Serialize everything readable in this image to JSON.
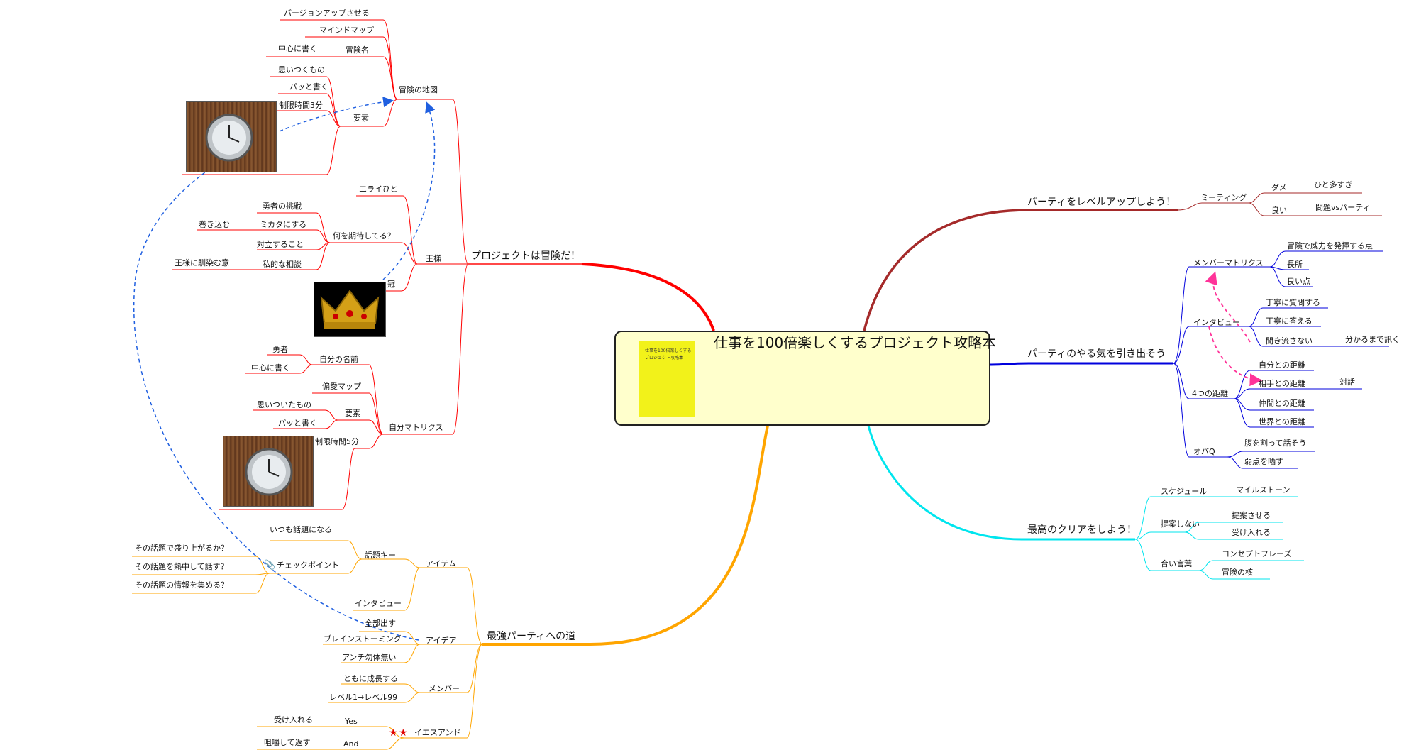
{
  "central": {
    "title": "仕事を100倍楽しくするプロジェクト攻略本",
    "book_cover_line1": "仕事を100倍楽しくする",
    "book_cover_line2": "プロジェクト攻略本"
  },
  "branches": {
    "project": {
      "label": "プロジェクトは冒険だ！",
      "color": "#ff0000",
      "map": {
        "label": "冒険の地図",
        "items": [
          "バージョンアップさせる",
          "マインドマップ",
          "冒険名",
          "中心に書く"
        ],
        "element": {
          "label": "要素",
          "items": [
            "思いつくもの",
            "パッと書く",
            "制限時間3分"
          ]
        }
      },
      "king": {
        "label": "王様",
        "eraihito": "エライひと",
        "expect": {
          "label": "何を期待してる？",
          "items": [
            "勇者の挑戦",
            "ミカタにする",
            "巻き込む",
            "対立すること",
            "私的な相談",
            "王様に馴染む意"
          ]
        },
        "crown": "冠"
      },
      "self_matrix": {
        "label": "自分マトリクス",
        "name": {
          "label": "自分の名前",
          "items": [
            "勇者",
            "中心に書く"
          ]
        },
        "love_map": "偏愛マップ",
        "element": {
          "label": "要素",
          "items": [
            "思いついたもの",
            "パッと書く"
          ]
        },
        "time_limit": "制限時間5分"
      }
    },
    "road": {
      "label": "最強パーティへの道",
      "color": "#ffa500",
      "item": {
        "label": "アイテム",
        "topic_key": {
          "label": "話題キー",
          "items": [
            "いつも話題になる"
          ],
          "checkpoint": {
            "label": "チェックポイント",
            "items": [
              "その話題で盛り上がるか？",
              "その話題を熱中して話す？",
              "その話題の情報を集める？"
            ]
          }
        },
        "interview": "インタビュー"
      },
      "idea": {
        "label": "アイデア",
        "items": [
          "全部出す",
          "ブレインストーミング",
          "アンチ勿体無い"
        ]
      },
      "member": {
        "label": "メンバー",
        "items": [
          "ともに成長する",
          "レベル1→レベル99"
        ]
      },
      "yes_and": {
        "label": "イエスアンド",
        "yes": "Yes",
        "yes_child": "受け入れる",
        "and": "And",
        "and_child": "咀嚼して返す"
      }
    },
    "level_up": {
      "label": "パーティをレベルアップしよう！",
      "color": "#a52a2a",
      "meeting": {
        "label": "ミーティング",
        "bad": "ダメ",
        "bad_child": "ひと多すぎ",
        "good": "良い",
        "good_child": "問題vsパーティ"
      }
    },
    "motivation": {
      "label": "パーティのやる気を引き出そう",
      "color": "#0000dd",
      "member_matrix": {
        "label": "メンバーマトリクス",
        "items": [
          "冒険で威力を発揮する点",
          "長所",
          "良い点"
        ]
      },
      "interview": {
        "label": "インタビュー",
        "items": [
          "丁寧に質問する",
          "丁寧に答える",
          "聞き流さない"
        ],
        "extra": "分かるまで訊く"
      },
      "distance": {
        "label": "4つの距離",
        "items": [
          "自分との距離",
          "相手との距離",
          "仲間との距離",
          "世界との距離"
        ],
        "dialog": "対話"
      },
      "obaq": {
        "label": "オバQ",
        "items": [
          "腹を割って話そう",
          "弱点を晒す"
        ]
      }
    },
    "clear": {
      "label": "最高のクリアをしよう！",
      "color": "#00e5ee",
      "schedule": {
        "label": "スケジュール",
        "child": "マイルストーン"
      },
      "no_propose": {
        "label": "提案しない",
        "items": [
          "提案させる",
          "受け入れる"
        ]
      },
      "password": {
        "label": "合い言葉",
        "items": [
          "コンセプトフレーズ",
          "冒険の核"
        ]
      }
    }
  },
  "relation_color": "#1f5fe0",
  "relation_pink": "#ff3399"
}
